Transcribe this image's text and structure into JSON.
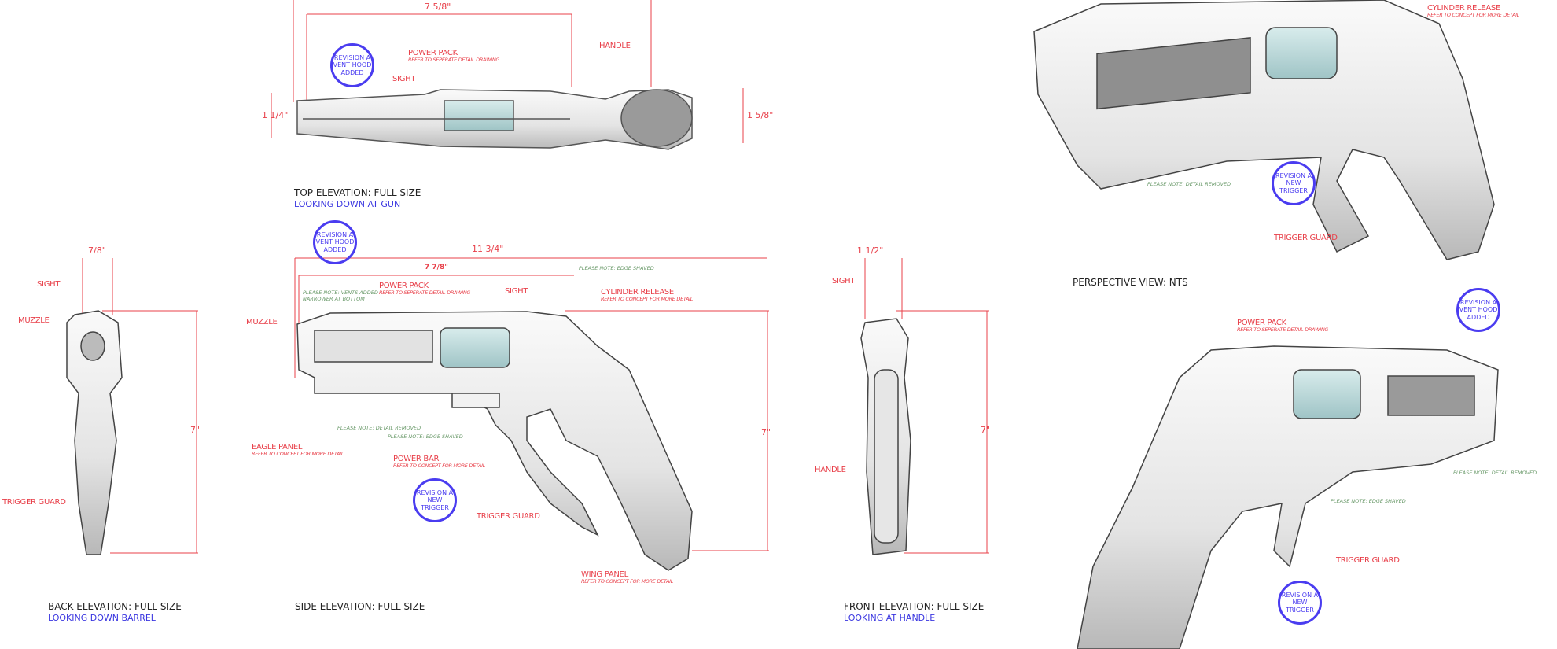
{
  "views": {
    "top": {
      "title": "TOP ELEVATION: FULL SIZE",
      "subtitle": "LOOKING DOWN AT GUN",
      "dims": [
        "7 5/8\"",
        "1 1/4\"",
        "1 5/8\""
      ],
      "labels": {
        "handle": "HANDLE",
        "power_pack": "POWER PACK",
        "power_pack_sub": "REFER TO SEPERATE DETAIL DRAWING",
        "sight": "SIGHT"
      },
      "revision": [
        "REVISION A",
        "VENT HOOD",
        "ADDED"
      ]
    },
    "back": {
      "title": "BACK ELEVATION: FULL SIZE",
      "subtitle": "LOOKING DOWN BARREL",
      "dims": [
        "7/8\"",
        "7\""
      ],
      "labels": {
        "sight": "SIGHT",
        "muzzle": "MUZZLE",
        "trigger_guard": "TRIGGER GUARD"
      }
    },
    "side": {
      "title": "SIDE ELEVATION: FULL SIZE",
      "dims": [
        "11 3/4\"",
        "7 7/8\"",
        "7\""
      ],
      "labels": {
        "muzzle": "MUZZLE",
        "power_pack": "POWER PACK",
        "power_pack_sub": "REFER TO SEPERATE DETAIL DRAWING",
        "sight": "SIGHT",
        "cylinder_release": "CYLINDER RELEASE",
        "cylinder_release_sub": "REFER TO CONCEPT FOR MORE DETAIL",
        "eagle_panel": "EAGLE PANEL",
        "eagle_panel_sub": "REFER TO CONCEPT FOR MORE DETAIL",
        "power_bar": "POWER BAR",
        "power_bar_sub": "REFER TO CONCEPT FOR MORE DETAIL",
        "trigger_guard": "TRIGGER GUARD",
        "wing_panel": "WING PANEL",
        "wing_panel_sub": "REFER TO CONCEPT FOR MORE DETAIL"
      },
      "notes": {
        "vents": "PLEASE NOTE: VENTS ADDED",
        "vents2": "NARROWER AT BOTTOM",
        "edge_top": "PLEASE NOTE: EDGE SHAVED",
        "detail_removed": "PLEASE NOTE: DETAIL REMOVED",
        "edge_bottom": "PLEASE NOTE: EDGE SHAVED"
      },
      "revision_vent": [
        "REVISION A",
        "VENT HOOD",
        "ADDED"
      ],
      "revision_trigger": [
        "REVISION A",
        "NEW",
        "TRIGGER"
      ]
    },
    "front": {
      "title": "FRONT ELEVATION: FULL SIZE",
      "subtitle": "LOOKING AT HANDLE",
      "dims": [
        "1 1/2\"",
        "7\""
      ],
      "labels": {
        "sight": "SIGHT",
        "handle": "HANDLE"
      }
    },
    "perspective": {
      "title": "PERSPECTIVE VIEW: NTS",
      "top": {
        "cylinder_release": "CYLINDER RELEASE",
        "cylinder_release_sub": "REFER TO CONCEPT FOR MORE DETAIL",
        "detail_removed": "PLEASE NOTE: DETAIL REMOVED",
        "trigger_guard": "TRIGGER GUARD",
        "revision": [
          "REVISION A",
          "NEW",
          "TRIGGER"
        ]
      },
      "bottom": {
        "power_pack": "POWER PACK",
        "power_pack_sub": "REFER TO SEPERATE DETAIL DRAWING",
        "detail_removed": "PLEASE NOTE: DETAIL REMOVED",
        "edge_shaved": "PLEASE NOTE: EDGE SHAVED",
        "trigger_guard": "TRIGGER GUARD",
        "revision_vent": [
          "REVISION A",
          "VENT HOOD",
          "ADDED"
        ],
        "revision_trigger": [
          "REVISION A",
          "NEW",
          "TRIGGER"
        ]
      }
    }
  },
  "colors": {
    "annotation": "#e8404a",
    "revision": "#4a3cf0",
    "note": "#6a9a6a"
  }
}
